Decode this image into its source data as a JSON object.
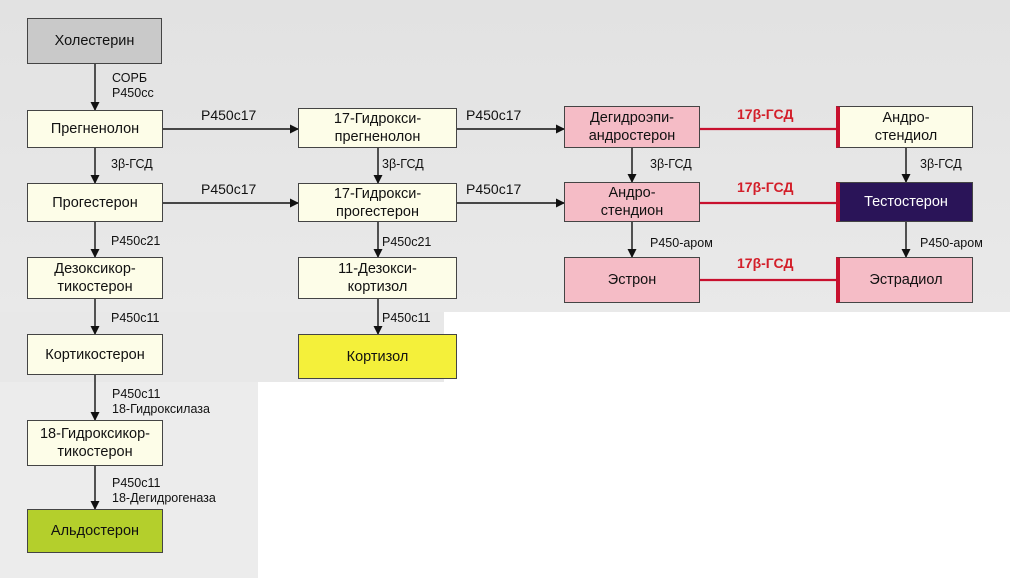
{
  "boxes": {
    "cholesterol": "Холестерин",
    "pregnenolone": "Прегненолон",
    "progesterone": "Прогестерон",
    "deoxycorticosterone": "Дезоксикор-\nтикостерон",
    "corticosterone": "Кортикостерон",
    "hydroxycorticosterone": "18-Гидроксикор-\nтикостерон",
    "aldosterone": "Альдостерон",
    "hydroxypregnenolone": "17-Гидрокси-\nпрегненолон",
    "hydroxyprogesterone": "17-Гидрокси-\nпрогестерон",
    "deoxycortisol": "11-Дезокси-\nкортизол",
    "cortisol": "Кортизол",
    "dhea": "Дегидроэпи-\nандростерон",
    "androstenedione": "Андро-\nстендион",
    "estrone": "Эстрон",
    "androstenediol": "Андро-\nстендиол",
    "testosterone": "Тестостерон",
    "estradiol": "Эстрадиол"
  },
  "labels": {
    "corb": "СОРБ",
    "p450cc": "P450сс",
    "b3gsd_1": "3β-ГСД",
    "p450c21_1": "P450c21",
    "p450c11_1": "P450c11",
    "p450c11_2": "P450c11",
    "hydroxylase18": "18-Гидроксилаза",
    "p450c11_3": "P450c11",
    "dehydrogenase18": "18-Дегидрогеназа",
    "p450c17_1": "P450c17",
    "p450c17_2": "P450c17",
    "p450c17_3": "P450c17",
    "p450c17_4": "P450c17",
    "b3gsd_2": "3β-ГСД",
    "p450c21_2": "P450c21",
    "p450c11_4": "P450c11",
    "b3gsd_3": "3β-ГСД",
    "p450arom_1": "P450-аром",
    "b3gsd_4": "3β-ГСД",
    "p450arom_2": "P450-аром",
    "hsd17_1": "17β-ГСД",
    "hsd17_2": "17β-ГСД",
    "hsd17_3": "17β-ГСД"
  },
  "colors": {
    "inhibit_red": "#c8102e",
    "arrow": "#111111"
  }
}
